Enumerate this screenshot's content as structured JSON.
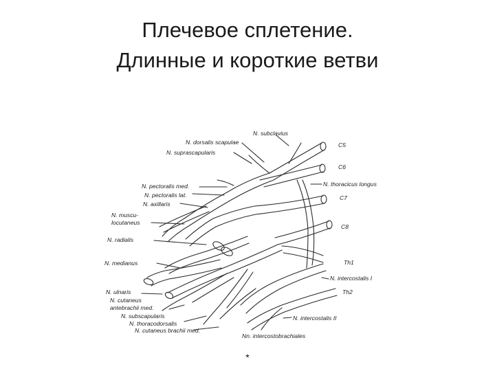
{
  "slide": {
    "title_line1": "Плечевое сплетение.",
    "title_line2": "Длинные и короткие ветви",
    "footnote": "*"
  },
  "diagram": {
    "labels": {
      "subclavius": "N. subclavius",
      "dorsalis_scapulae": "N. dorsalis scapulae",
      "suprascapularis": "N. suprascapularis",
      "pectoralis_med": "N. pectoralis med.",
      "pectoralis_lat": "N. pectoralis lat.",
      "axillaris": "N. axillaris",
      "musculocutaneus_1": "N. muscu-",
      "musculocutaneus_2": "locutaneus",
      "radialis": "N. radialis",
      "medianus": "N. medianus",
      "ulnaris": "N. ulnaris",
      "cutaneus_antebrachii_1": "N. cutaneus",
      "cutaneus_antebrachii_2": "antebrachii med.",
      "subscapularis": "N. subscapularis",
      "thoracodorsalis": "N. thoracodorsalis",
      "cutaneus_brachii": "N. cutaneus brachii med.",
      "thoracicus_longus": "N. thoracicus longus",
      "intercostalis_1": "N. intercostalis I",
      "intercostalis_2": "N. intercostalis II",
      "intercostobrachiales": "Nn. intercostobrachiales"
    },
    "segments": {
      "c5": "C5",
      "c6": "C6",
      "c7": "C7",
      "c8": "C8",
      "th1": "Th1",
      "th2": "Th2"
    }
  }
}
